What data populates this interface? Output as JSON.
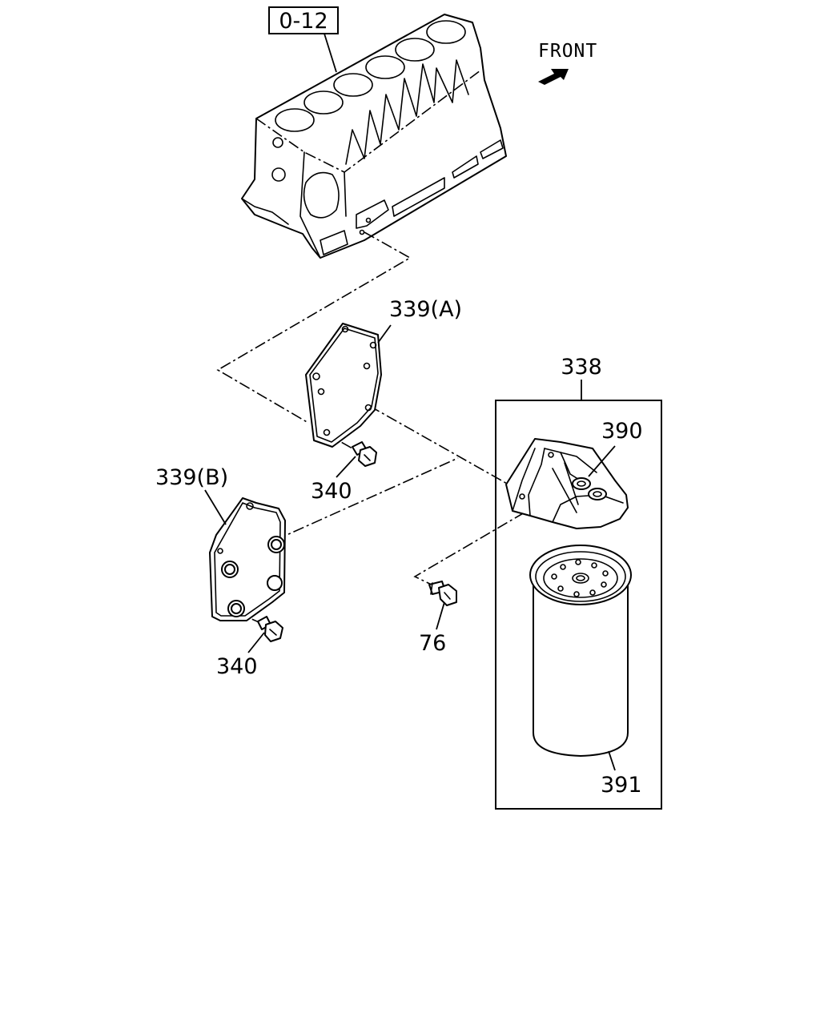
{
  "labels": {
    "ref": "0-12",
    "front": "FRONT",
    "p338": "338",
    "p339a": "339(A)",
    "p339b": "339(B)",
    "p340a": "340",
    "p340b": "340",
    "p390": "390",
    "p391": "391",
    "p76": "76"
  },
  "icons": {
    "front_arrow": "front-arrow-icon"
  },
  "colors": {
    "line": "#000000",
    "background": "#ffffff"
  }
}
